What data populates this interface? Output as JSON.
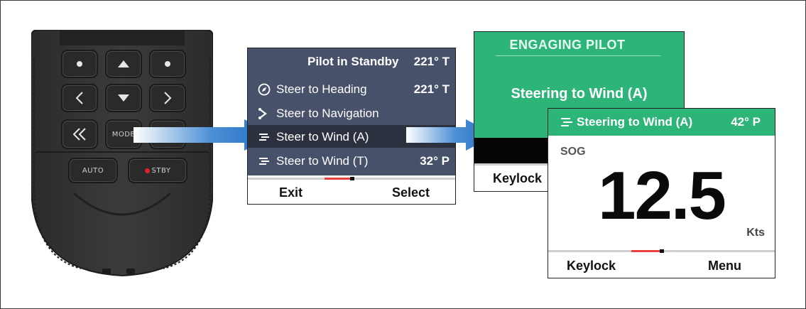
{
  "remote": {
    "mode_label": "MODE",
    "auto_label": "AUTO",
    "stby_label": "STBY"
  },
  "pilot_menu": {
    "header_title": "Pilot in Standby",
    "header_value": "221° T",
    "items": [
      {
        "label": "Steer to Heading",
        "value": "221° T",
        "icon": "compass-icon"
      },
      {
        "label": "Steer to Navigation",
        "value": "",
        "icon": "navigation-route-icon"
      },
      {
        "label": "Steer to Wind (A)",
        "value": "",
        "icon": "wind-icon",
        "selected": true
      },
      {
        "label": "Steer to Wind (T)",
        "value": "32° P",
        "icon": "wind-icon"
      }
    ],
    "softkey_left": "Exit",
    "softkey_right": "Select"
  },
  "engaging": {
    "title": "ENGAGING PILOT",
    "message": "Steering to Wind (A)",
    "softkey_left": "Keylock"
  },
  "data_page": {
    "header_label": "Steering to Wind (A)",
    "header_value": "42° P",
    "metric_label": "SOG",
    "metric_value": "12.5",
    "metric_unit": "Kts",
    "softkey_left": "Keylock",
    "softkey_right": "Menu"
  },
  "colors": {
    "menu_bg": "#48516a",
    "menu_selected": "#2c3140",
    "pilot_green": "#2db478",
    "indicator_red": "#e8413c",
    "arrow_blue": "#1f6fc4"
  }
}
